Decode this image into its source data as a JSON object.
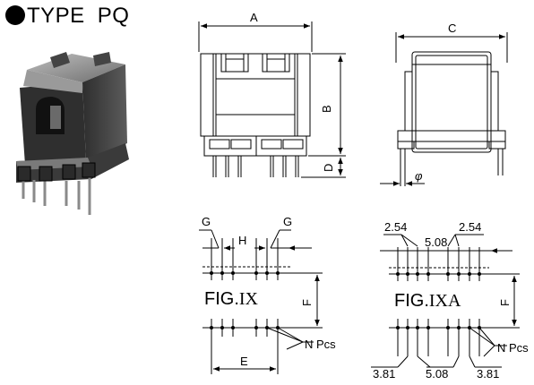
{
  "title": {
    "prefix": "TYPE",
    "name": "PQ"
  },
  "side_view": {
    "width_label": "A",
    "height_label": "B",
    "pin_length_label": "D"
  },
  "front_view": {
    "width_label": "C",
    "pin_diameter_label": "φ"
  },
  "fig_ix": {
    "title": "FIG.",
    "roman": "IX",
    "g_left": "G",
    "g_right": "G",
    "h": "H",
    "f": "F",
    "e": "E",
    "n_pcs": "N Pcs"
  },
  "fig_ixa": {
    "title": "FIG.",
    "roman": "IXA",
    "top_left_pitch": "2.54",
    "top_mid_pitch": "5.08",
    "top_right_pitch": "2.54",
    "f": "F",
    "n_pcs": "N Pcs",
    "bottom_left": "3.81",
    "bottom_mid": "5.08",
    "bottom_right": "3.81"
  },
  "colors": {
    "ink": "#000000",
    "photo_dark": "#2a2a2a",
    "photo_mid": "#5a5a5a",
    "photo_light": "#9a9a9a"
  }
}
